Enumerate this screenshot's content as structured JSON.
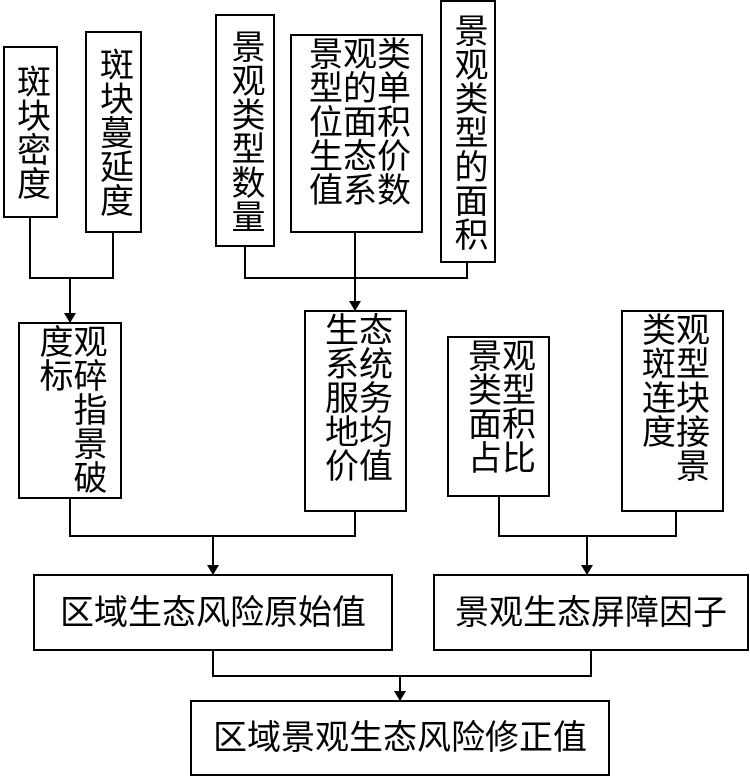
{
  "nodes": {
    "patch_density": "斑块密度",
    "patch_spread": "斑块蔓延度",
    "type_count": "景观类型数量",
    "unit_area_value": "类单积价数观的面态系景型位生值",
    "type_area": "景观类型的面积",
    "fragmentation": "观碎指景破度标",
    "service_value": "态统务均值生系服地价",
    "area_ratio": "观型积比景类面占",
    "patch_connect": "观型块接景类斑连度",
    "raw_risk": "区域生态风险原始值",
    "barrier": "景观生态屏障因子",
    "corrected_risk": "区域景观生态风险修正值"
  }
}
